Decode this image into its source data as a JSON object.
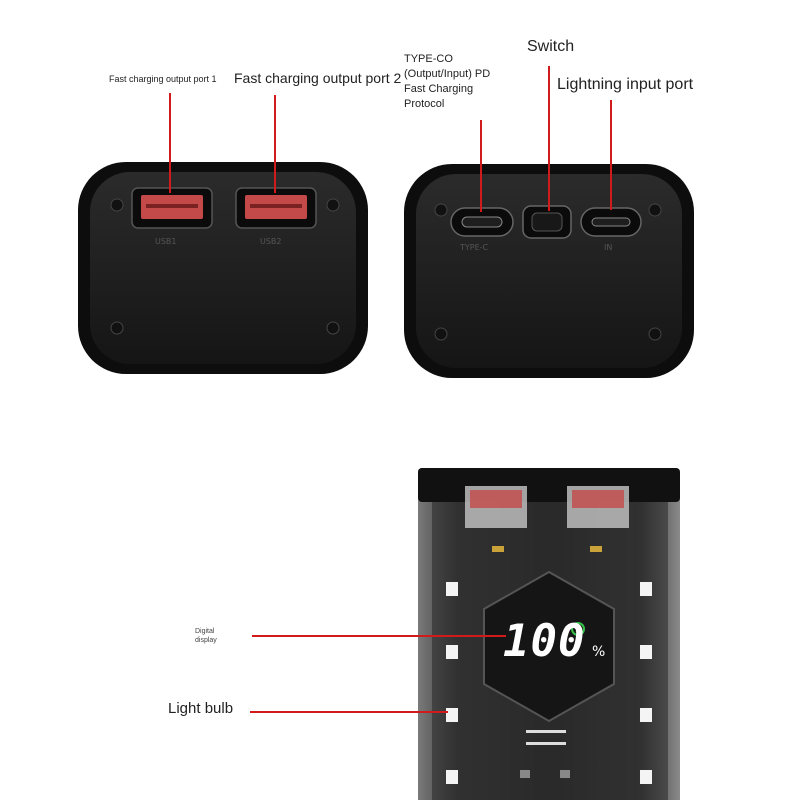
{
  "labels": {
    "usb1_port": "Fast charging output port 1",
    "usb2_port": "Fast charging output port 2",
    "typec_port": [
      "TYPE-CO",
      "(Output/Input) PD",
      "Fast Charging",
      "Protocol"
    ],
    "switch": "Switch",
    "lightning_port": "Lightning input port",
    "digital_display": [
      "Digital",
      "display"
    ],
    "light_bulb": "Light bulb"
  },
  "port_captions": {
    "usb1": "USB1",
    "usb2": "USB2",
    "typec": "TYPE-C",
    "in": "IN"
  },
  "display": {
    "value": "100",
    "unit": "%"
  },
  "colors": {
    "leader_line": "#d11a1a",
    "device_body": "#1c1c1c",
    "port_red": "#c44a4a",
    "display_white": "#ffffff",
    "charge_green": "#36c24a"
  },
  "icons": [
    "charging-leaf-icon"
  ]
}
